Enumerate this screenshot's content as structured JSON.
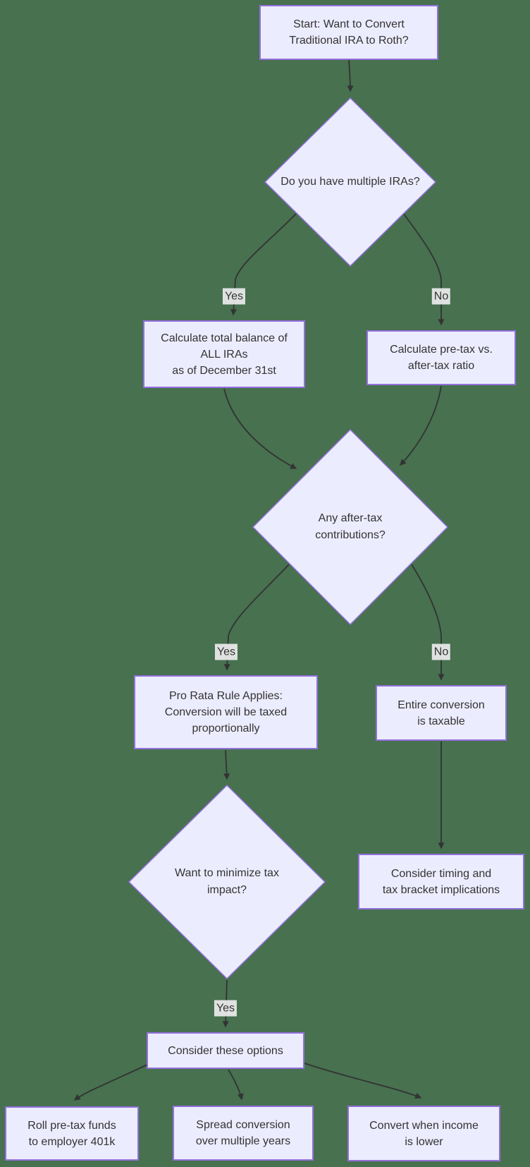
{
  "diagram": {
    "title_hint": "IRA to Roth conversion flowchart",
    "colors": {
      "background": "#47714F",
      "node_fill": "#ECECFF",
      "node_border": "#9370DB",
      "edge_color": "#333333",
      "edge_label_bg": "#E8E8E8",
      "text": "#333333"
    }
  },
  "nodes": {
    "start": {
      "lines": [
        "Start: Want to Convert",
        "Traditional IRA to Roth?"
      ]
    },
    "multiple_iras": {
      "lines": [
        "Do you have multiple IRAs?"
      ]
    },
    "calc_total": {
      "lines": [
        "Calculate total balance of",
        "ALL IRAs",
        "as of December 31st"
      ]
    },
    "calc_ratio": {
      "lines": [
        "Calculate pre-tax vs.",
        "after-tax ratio"
      ]
    },
    "after_tax": {
      "lines": [
        "Any after-tax",
        "contributions?"
      ]
    },
    "pro_rata": {
      "lines": [
        "Pro Rata Rule Applies:",
        "Conversion will be taxed",
        "proportionally"
      ]
    },
    "entire_taxable": {
      "lines": [
        "Entire conversion",
        "is taxable"
      ]
    },
    "minimize_tax": {
      "lines": [
        "Want to minimize tax",
        "impact?"
      ]
    },
    "consider_timing": {
      "lines": [
        "Consider timing and",
        "tax bracket implications"
      ]
    },
    "options": {
      "lines": [
        "Consider these options"
      ]
    },
    "roll_401k": {
      "lines": [
        "Roll pre-tax funds",
        "to employer 401k"
      ]
    },
    "spread_years": {
      "lines": [
        "Spread conversion",
        "over multiple years"
      ]
    },
    "convert_low": {
      "lines": [
        "Convert when income",
        "is lower"
      ]
    }
  },
  "edge_labels": {
    "yes1": "Yes",
    "no1": "No",
    "yes2": "Yes",
    "no2": "No",
    "yes3": "Yes"
  }
}
